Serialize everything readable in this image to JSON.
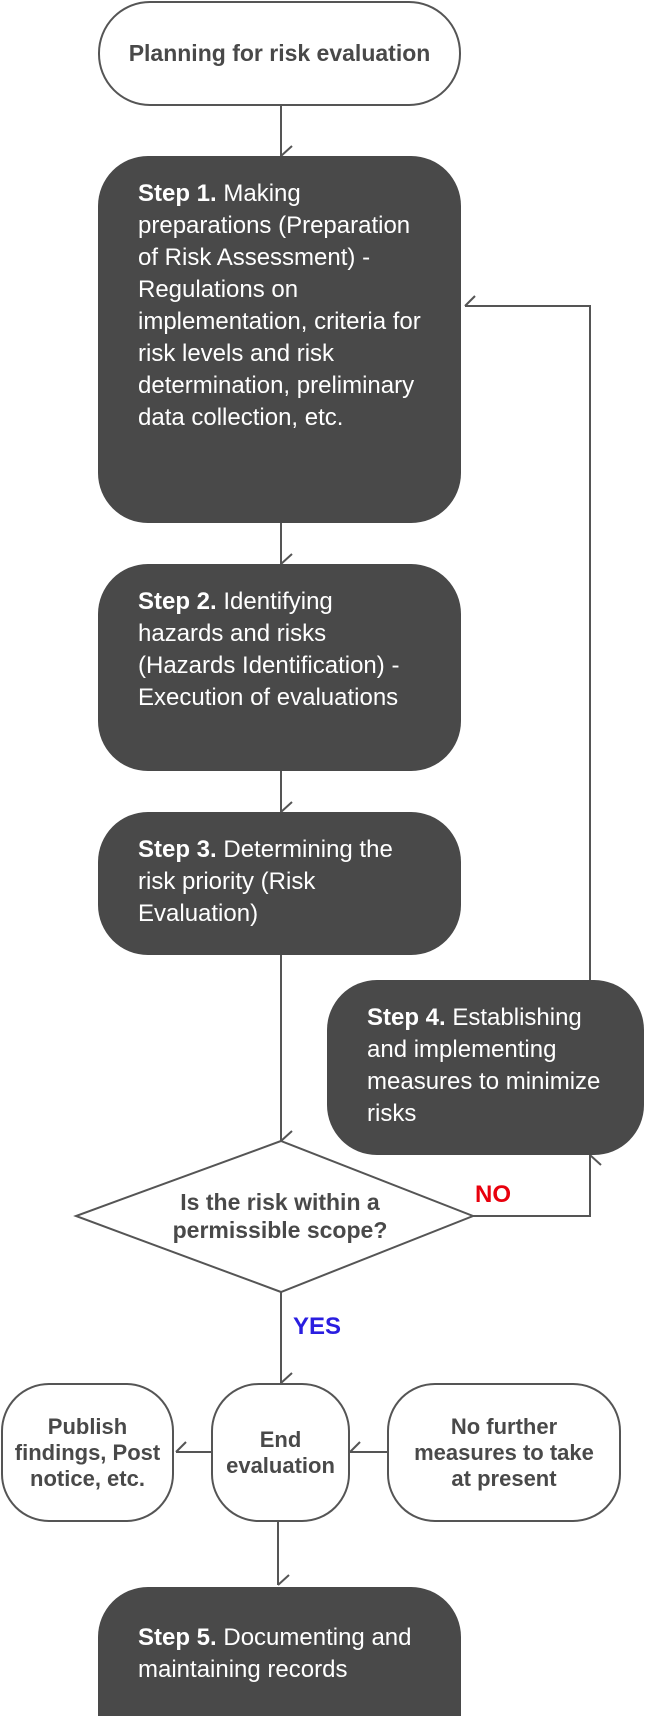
{
  "colors": {
    "dark_box": "#494949",
    "text_light": "#ffffff",
    "text_dark": "#494949",
    "line": "#555555",
    "no_label": "#e8000d",
    "yes_label": "#2a1ee0"
  },
  "nodes": {
    "start": {
      "text": "Planning for risk evaluation"
    },
    "step1": {
      "bold": "Step 1.",
      "text": " Making preparations (Preparation of Risk Assessment) - Regulations on implementation, criteria for risk levels and risk determination, preliminary data collection, etc."
    },
    "step2": {
      "bold": "Step 2.",
      "text": " Identifying hazards and risks (Hazards Identification) - Execution of evaluations"
    },
    "step3": {
      "bold": "Step 3.",
      "text": " Determining the risk priority (Risk Evaluation)"
    },
    "step4": {
      "bold": "Step 4.",
      "text": " Establishing and implementing measures to minimize risks"
    },
    "decision": {
      "text": "Is the risk within a permissible scope?"
    },
    "no_label": "NO",
    "yes_label": "YES",
    "end": {
      "text": "End evaluation"
    },
    "publish": {
      "text": "Publish findings, Post notice, etc."
    },
    "no_further": {
      "text": "No further measures to take at present"
    },
    "step5": {
      "bold": "Step 5.",
      "text": " Documenting and maintaining records"
    }
  }
}
